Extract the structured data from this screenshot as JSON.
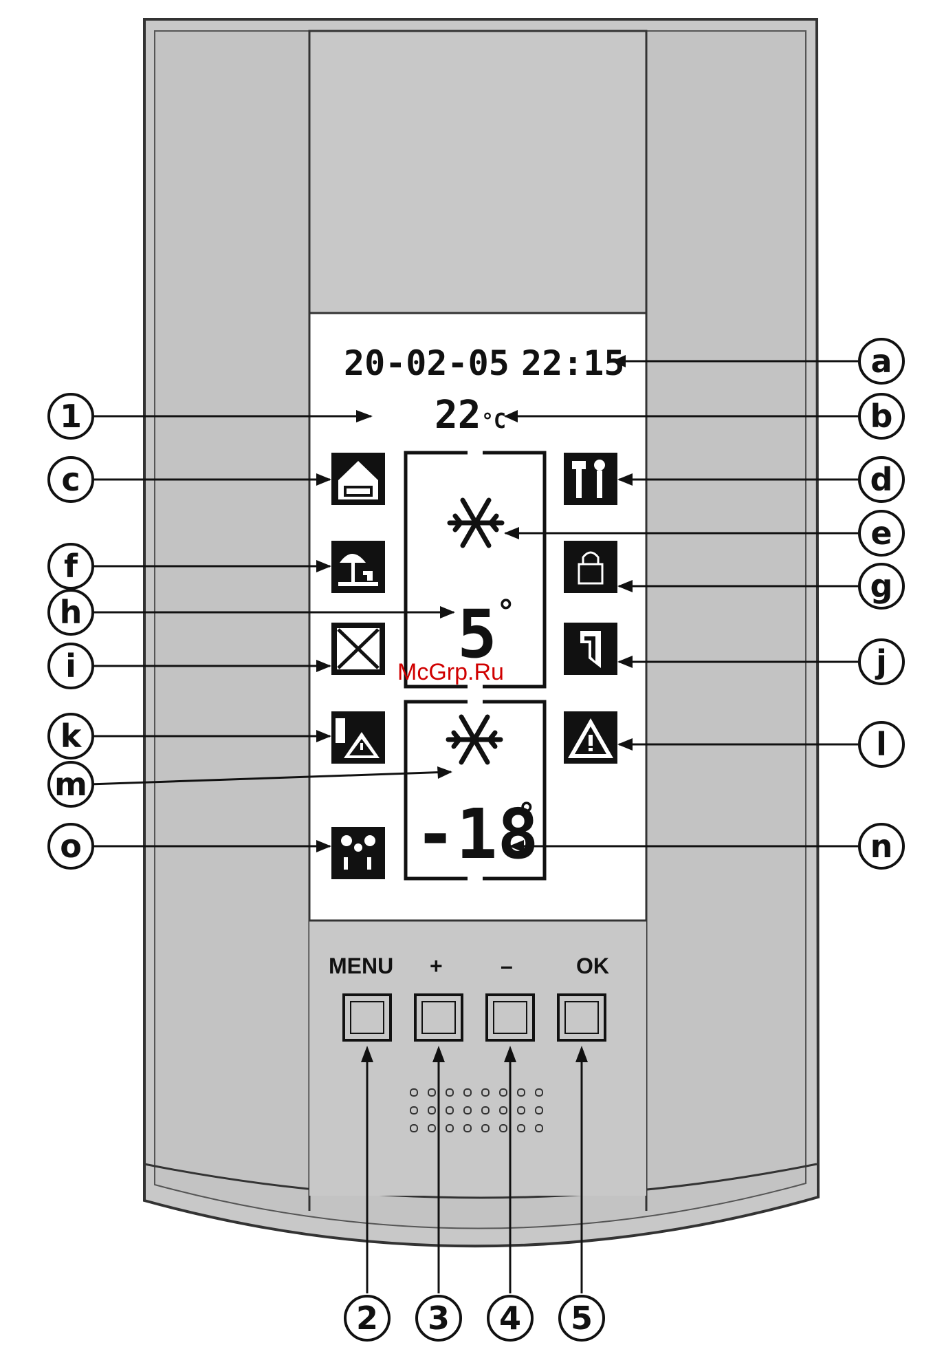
{
  "lcd": {
    "date": "20-02-05",
    "time": "22:15",
    "ambient_temp": "22",
    "ambient_unit": "°C",
    "fridge_temp": "5",
    "fridge_degree": "°",
    "freezer_temp": "-18",
    "freezer_degree": "°"
  },
  "buttons": {
    "menu": "MENU",
    "plus": "+",
    "minus": "–",
    "ok": "OK"
  },
  "callouts": {
    "a": "a",
    "b": "b",
    "c": "c",
    "d": "d",
    "e": "e",
    "f": "f",
    "g": "g",
    "h": "h",
    "i": "i",
    "j": "j",
    "k": "k",
    "l": "l",
    "m": "m",
    "n": "n",
    "o": "o",
    "n1": "1",
    "n2": "2",
    "n3": "3",
    "n4": "4",
    "n5": "5"
  },
  "watermark": "McGrp.Ru",
  "icons": {
    "c": "domo-house-icon",
    "d": "tools-icon",
    "e": "snowflake-icon",
    "f": "holiday-umbrella-icon",
    "g": "lock-icon",
    "i": "no-fan-icon",
    "j": "door-open-icon",
    "k": "cooling-alarm-icon",
    "l": "warning-icon",
    "m": "freezer-snowflake-icon",
    "o": "super-freeze-icon"
  },
  "colors": {
    "panel": "#c8c8c8",
    "lcd_background": "#ffffff",
    "ink": "#111111",
    "watermark": "#d00000"
  }
}
